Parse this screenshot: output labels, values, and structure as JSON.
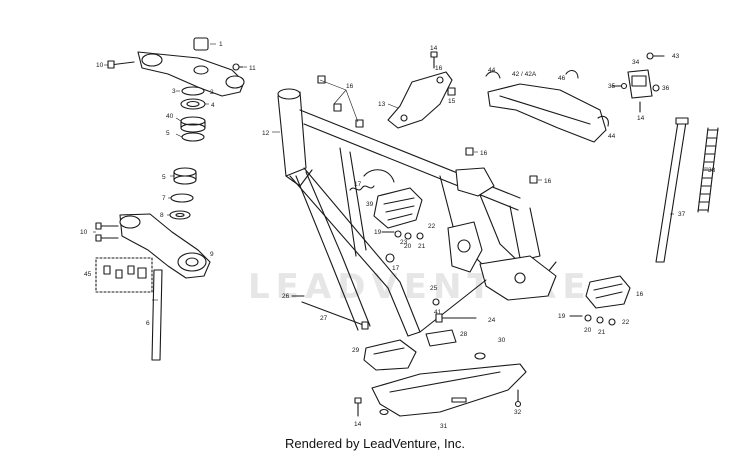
{
  "watermark": "LEADVENTURE",
  "footer": "Rendered by LeadVenture, Inc.",
  "callouts": {
    "c1": "1",
    "c2": "2",
    "c3": "3",
    "c4": "4",
    "c5a": "5",
    "c5b": "5",
    "c6": "6",
    "c7": "7",
    "c8": "8",
    "c9": "9",
    "c10a": "10",
    "c10b": "10",
    "c11": "11",
    "c12": "12",
    "c13": "13",
    "c14a": "14",
    "c14b": "14",
    "c14c": "14",
    "c15": "15",
    "c16a": "16",
    "c16b": "16",
    "c16c": "16",
    "c16d": "16",
    "c16e": "16",
    "c17a": "17",
    "c17b": "17",
    "c19a": "19",
    "c19b": "19",
    "c20a": "20",
    "c20b": "20",
    "c21a": "21",
    "c21b": "21",
    "c22a": "22",
    "c22b": "22",
    "c23": "23",
    "c24": "24",
    "c25": "25",
    "c26": "26",
    "c27": "27",
    "c28": "28",
    "c29": "29",
    "c30": "30",
    "c31": "31",
    "c32": "32",
    "c34": "34",
    "c35": "35",
    "c36": "36",
    "c37": "37",
    "c38": "38",
    "c39": "39",
    "c40": "40",
    "c41": "41",
    "c42": "42 / 42A",
    "c43": "43",
    "c44a": "44",
    "c44b": "44",
    "c45": "45",
    "c46": "46"
  }
}
